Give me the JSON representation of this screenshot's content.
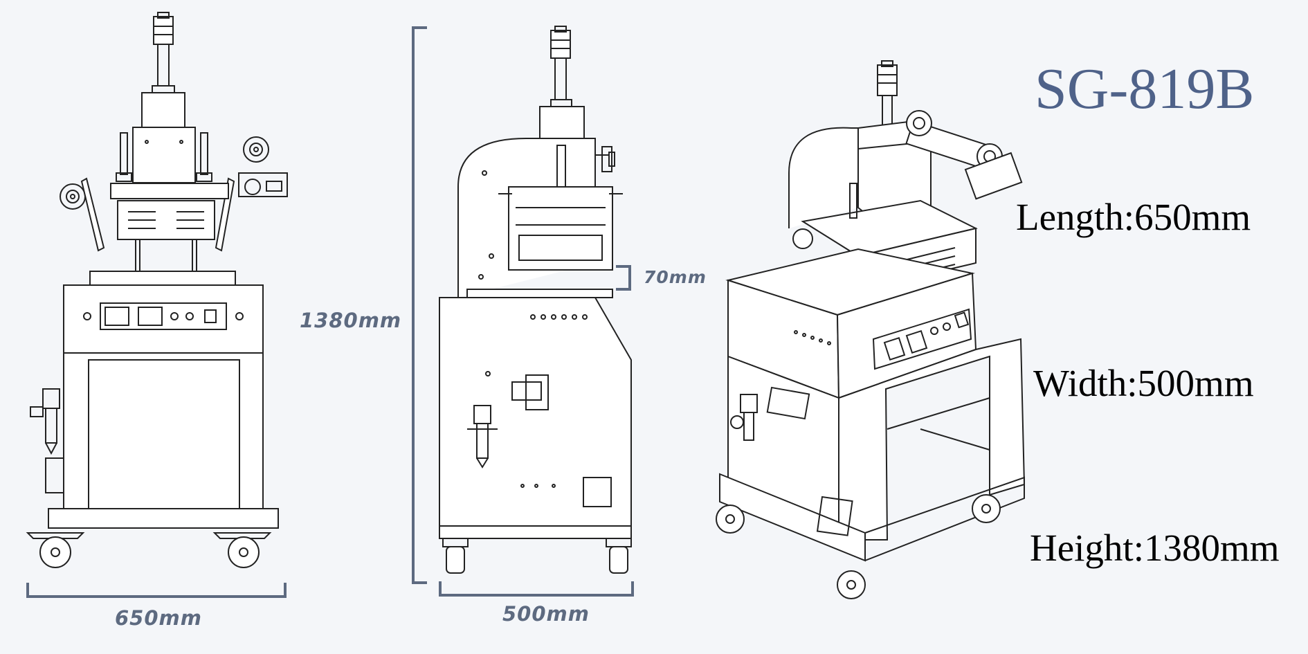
{
  "title": "SG-819B",
  "specs": {
    "length": "Length:650mm",
    "width": "Width:500mm",
    "height": "Height:1380mm"
  },
  "dimensions": {
    "front_width": "650mm",
    "side_width": "500mm",
    "overall_height": "1380mm",
    "platen_gap": "70mm"
  },
  "views": [
    "front-view",
    "side-view",
    "isometric-view"
  ],
  "colors": {
    "background": "#f4f6f9",
    "title": "#4f6289",
    "dimension_lines": "#5d6a80",
    "drawing_lines": "#222222"
  }
}
